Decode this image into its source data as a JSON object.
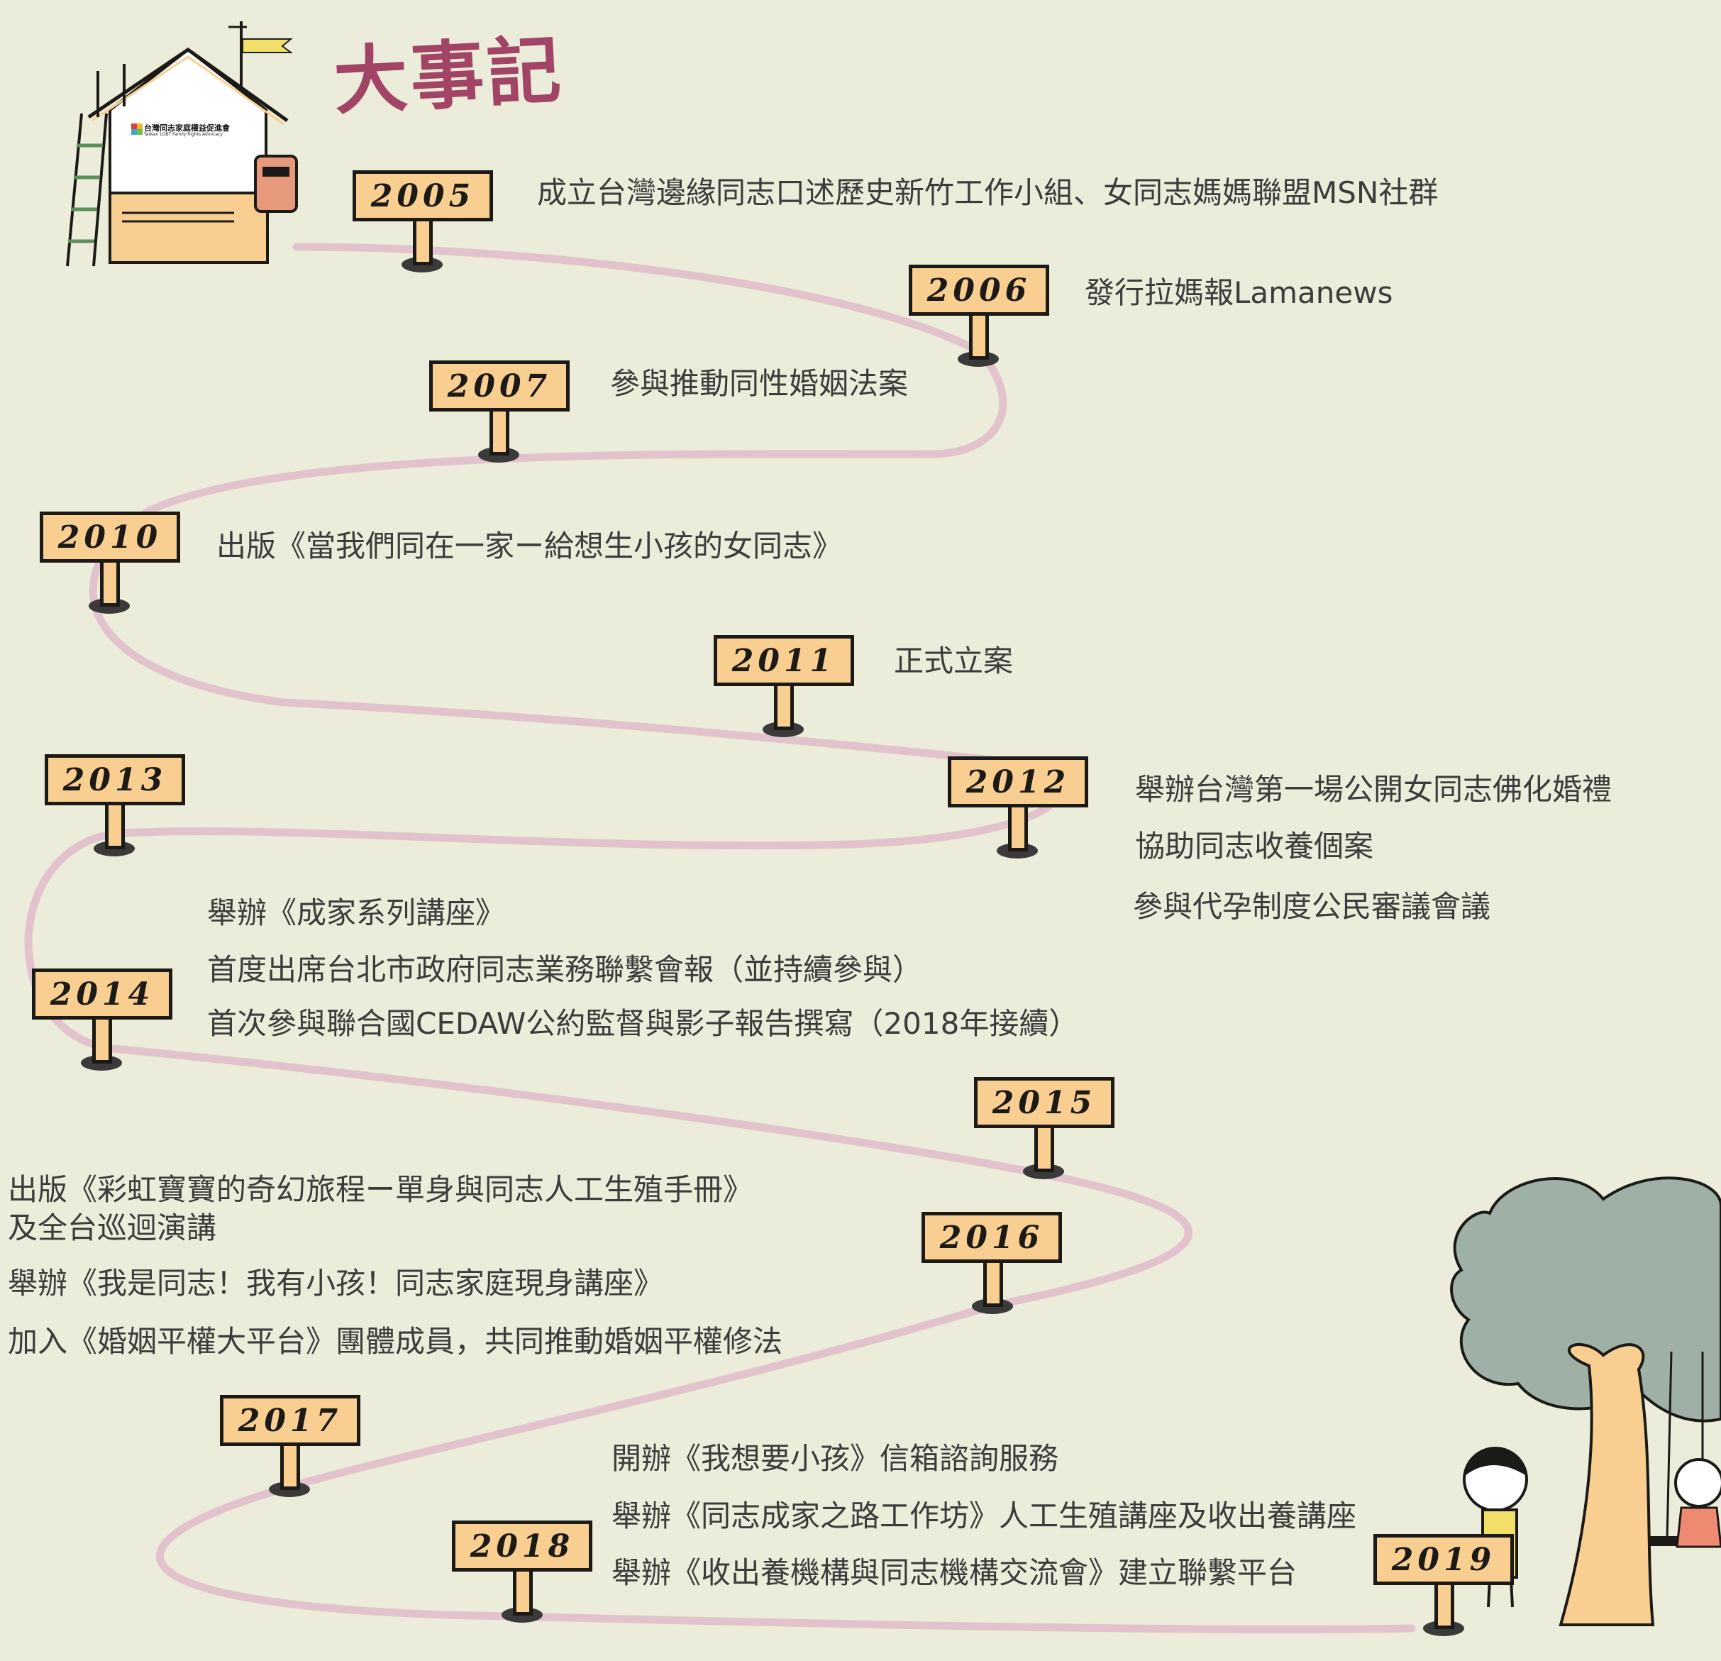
{
  "title": "大事記",
  "logo": {
    "name_zh": "台灣同志家庭權益促進會",
    "name_en": "Taiwan LGBT Family Rights Advocacy"
  },
  "colors": {
    "background": "#ebecd9",
    "path": "#e2c2cd",
    "sign_fill": "#f8cf91",
    "outline": "#1c1a17",
    "title": "#a24466",
    "text": "#3c3c3c",
    "tree_foliage": "#9fb0a6"
  },
  "milestones": [
    {
      "year": "2005",
      "events": [
        "成立台灣邊緣同志口述歷史新竹工作小組、女同志媽媽聯盟MSN社群"
      ]
    },
    {
      "year": "2006",
      "events": [
        "發行拉媽報Lamanews"
      ]
    },
    {
      "year": "2007",
      "events": [
        "參與推動同性婚姻法案"
      ]
    },
    {
      "year": "2010",
      "events": [
        "出版《當我們同在一家ー給想生小孩的女同志》"
      ]
    },
    {
      "year": "2011",
      "events": [
        "正式立案"
      ]
    },
    {
      "year": "2012",
      "events": [
        "舉辦台灣第一場公開女同志佛化婚禮",
        "協助同志收養個案",
        "參與代孕制度公民審議會議"
      ]
    },
    {
      "year": "2013",
      "events": []
    },
    {
      "year": "2014",
      "events": [
        "舉辦《成家系列講座》",
        "首度出席台北市政府同志業務聯繫會報（並持續參與）",
        "首次參與聯合國CEDAW公約監督與影子報告撰寫（2018年接續）"
      ]
    },
    {
      "year": "2015",
      "events": []
    },
    {
      "year": "2016",
      "events": [
        "出版《彩虹寶寶的奇幻旅程ー單身與同志人工生殖手冊》",
        "及全台巡迴演講",
        "舉辦《我是同志！我有小孩！同志家庭現身講座》",
        "加入《婚姻平權大平台》團體成員，共同推動婚姻平權修法"
      ]
    },
    {
      "year": "2017",
      "events": []
    },
    {
      "year": "2018",
      "events": [
        "開辦《我想要小孩》信箱諮詢服務",
        "舉辦《同志成家之路工作坊》人工生殖講座及收出養講座",
        "舉辦《收出養機構與同志機構交流會》建立聯繫平台"
      ]
    },
    {
      "year": "2019",
      "events": []
    }
  ]
}
